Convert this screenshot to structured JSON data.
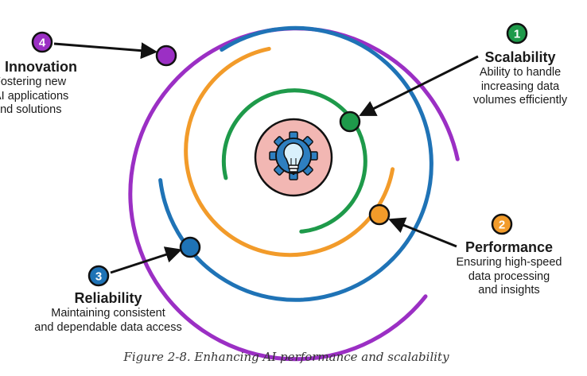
{
  "colors": {
    "purple": "#9B2FC4",
    "blue": "#1F73B6",
    "orange": "#F29B2A",
    "green": "#1E9A4A",
    "center_fill": "#F2B7B3",
    "gear": "#2E7FC0",
    "arrow": "#111111"
  },
  "center_icon": "gear-lightbulb-icon",
  "items": [
    {
      "number": "1",
      "title": "Scalability",
      "description": [
        "Ability to handle",
        "increasing data",
        "volumes efficiently"
      ],
      "color": "#1E9A4A"
    },
    {
      "number": "2",
      "title": "Performance",
      "description": [
        "Ensuring high-speed",
        "data processing",
        "and insights"
      ],
      "color": "#F29B2A"
    },
    {
      "number": "3",
      "title": "Reliability",
      "description": [
        "Maintaining consistent",
        "and dependable data access"
      ],
      "color": "#1F73B6"
    },
    {
      "number": "4",
      "title": "Innovation",
      "description": [
        "Fostering new",
        "AI applications",
        "and solutions"
      ],
      "color": "#9B2FC4"
    }
  ],
  "caption": "Figure 2-8. Enhancing AI performance and scalability"
}
